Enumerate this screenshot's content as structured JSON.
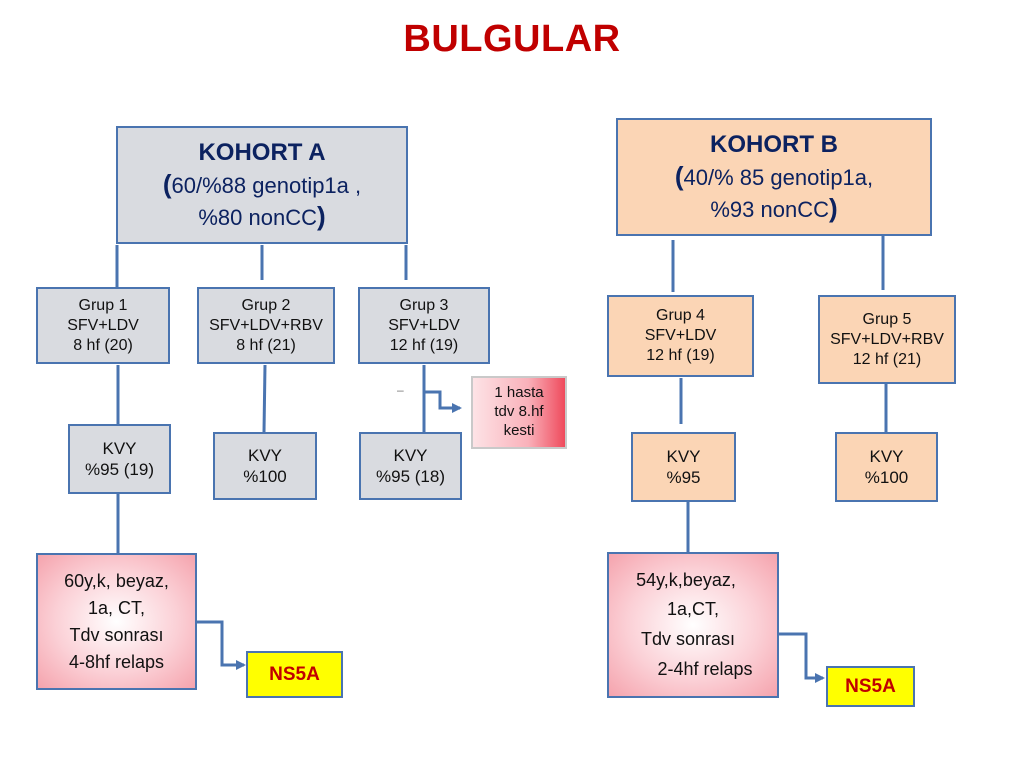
{
  "title": "BULGULAR",
  "kohort_a": {
    "heading": "KOHORT  A",
    "line1": "60/%88 genotip1a ,",
    "line2": "%80 nonCC"
  },
  "kohort_b": {
    "heading": "KOHORT  B",
    "line1": "40/% 85 genotip1a,",
    "line2": "%93 nonCC"
  },
  "groups": [
    {
      "name": "Grup 1",
      "regimen": "SFV+LDV",
      "duration": "8 hf (20)"
    },
    {
      "name": "Grup 2",
      "regimen": "SFV+LDV+RBV",
      "duration": "8 hf (21)"
    },
    {
      "name": "Grup 3",
      "regimen": "SFV+LDV",
      "duration": "12 hf (19)"
    },
    {
      "name": "Grup 4",
      "regimen": "SFV+LDV",
      "duration": "12 hf (19)"
    },
    {
      "name": "Grup 5",
      "regimen": "SFV+LDV+RBV",
      "duration": "12 hf (21)"
    }
  ],
  "kvy": [
    {
      "label": "KVY",
      "value": "%95 (19)"
    },
    {
      "label": "KVY",
      "value": "%100"
    },
    {
      "label": "KVY",
      "value": "%95 (18)"
    },
    {
      "label": "KVY",
      "value": "%95"
    },
    {
      "label": "KVY",
      "value": "%100"
    }
  ],
  "note": {
    "line1": "1 hasta",
    "line2": "tdv 8.hf",
    "line3": "kesti"
  },
  "case_a": {
    "line1": "60y,k, beyaz,",
    "line2": "1a, CT,",
    "line3": "Tdv sonrası",
    "line4": "4-8hf relaps"
  },
  "case_b": {
    "line1": "54y,k,beyaz,",
    "line2": "1a,CT,",
    "line3": "Tdv sonrası",
    "line4": "2-4hf relaps"
  },
  "ns5a_a": "NS5A",
  "ns5a_b": "NS5A",
  "dash_mark": "–",
  "colors": {
    "title": "#c00000",
    "border": "#4a74b0",
    "kohort_text": "#0c2260",
    "gray_fill": "#d9dbe0",
    "peach_fill": "#fbd5b5",
    "ns5a_fill": "#ffff00"
  }
}
